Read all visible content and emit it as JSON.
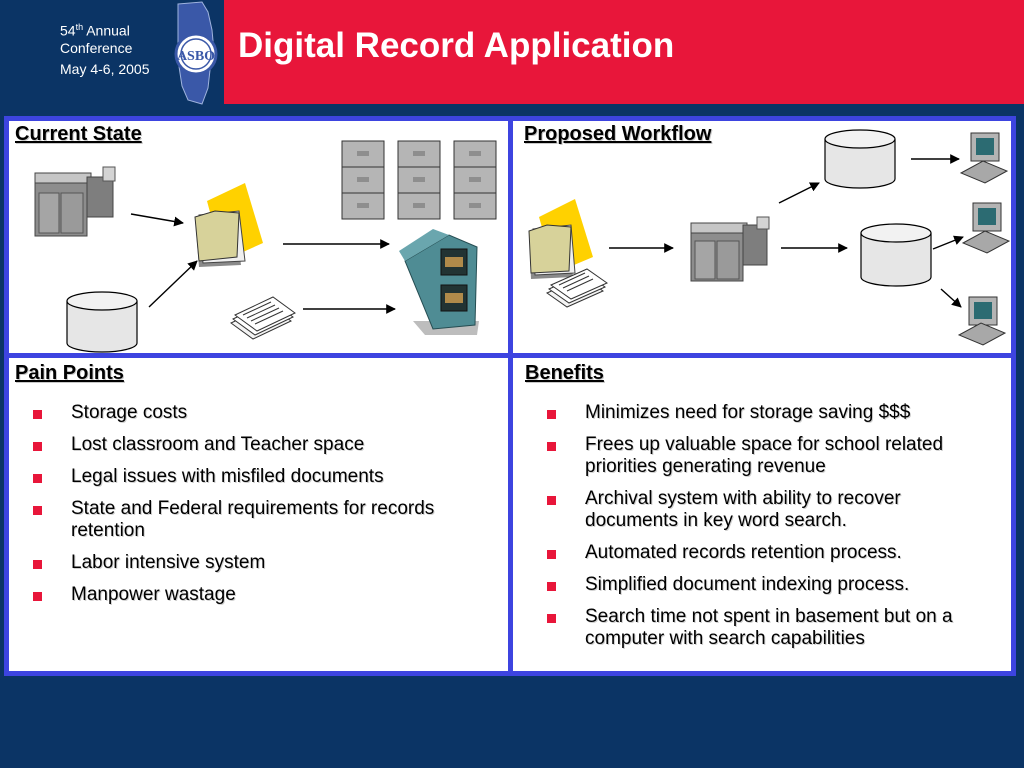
{
  "conference": {
    "line1_number": "54",
    "line1_suffix": "th",
    "line1_rest": " Annual",
    "line2": "Conference",
    "line3": "May 4-6, 2005"
  },
  "logo": {
    "text": "ASBO"
  },
  "title": "Digital Record Application",
  "panels": {
    "current_state": {
      "heading": "Current State"
    },
    "proposed_workflow": {
      "heading": "Proposed Workflow"
    },
    "pain_points": {
      "heading": "Pain Points",
      "items": [
        "Storage costs",
        "Lost classroom and Teacher space",
        "Legal issues with misfiled documents",
        "State and Federal requirements for records retention",
        "Labor intensive system",
        "Manpower wastage"
      ]
    },
    "benefits": {
      "heading": "Benefits",
      "items": [
        "Minimizes need for storage saving $$$",
        "Frees up valuable space for school related priorities generating revenue",
        "Archival system with ability to recover documents in key word search.",
        "Automated records retention process.",
        "Simplified document indexing process.",
        "Search time not spent in basement but on a computer with search capabilities"
      ]
    }
  },
  "colors": {
    "background": "#0b3465",
    "banner": "#e8163a",
    "panel_border": "#3d44e0",
    "bullet": "#e8163a"
  },
  "icons": [
    "copier-icon",
    "folder-icon",
    "storage-box-icon",
    "file-cabinet-icon",
    "database-cylinder-icon",
    "paper-stack-icon",
    "computer-icon",
    "arrow-icon"
  ]
}
